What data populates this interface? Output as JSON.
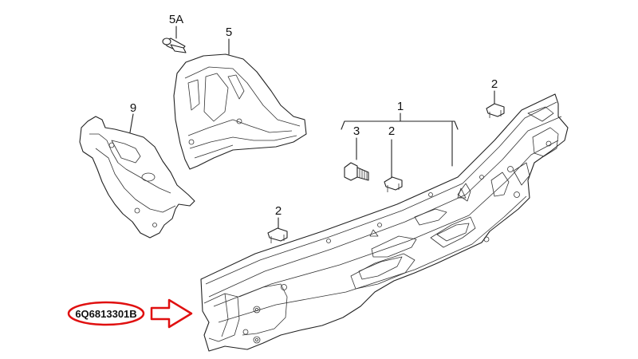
{
  "diagram": {
    "labels": {
      "part_1": "1",
      "part_2a": "2",
      "part_2b": "2",
      "part_2c": "2",
      "part_3": "3",
      "part_5": "5",
      "part_5a": "5A",
      "part_9": "9"
    },
    "highlight": {
      "part_number": "6Q6813301B",
      "ring_color": "#e01010",
      "arrow_color": "#e01010"
    }
  }
}
